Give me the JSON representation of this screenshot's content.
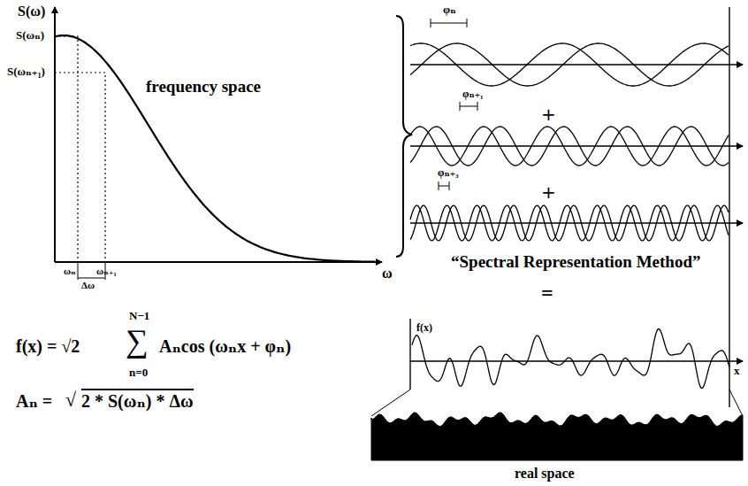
{
  "diagram": {
    "labels": [
      "S(ω)",
      "S(ωₙ)",
      "S(ωₙ₊₁)",
      "frequency space",
      "ω",
      "ωₙ",
      "ωₙ₊₁",
      "Δω",
      "f(x) = √2",
      "∑",
      "N−1",
      "n=0",
      "Aₙcos (ωₙx + φₙ)",
      "Aₙ =",
      "√",
      "2 * S(ωₙ) * Δω",
      "φₙ",
      "φₙ₊₁",
      "φₙ₊₃",
      "+",
      "+",
      "“Spectral Representation Method”",
      "=",
      "f(x)",
      "x",
      "real space"
    ]
  }
}
